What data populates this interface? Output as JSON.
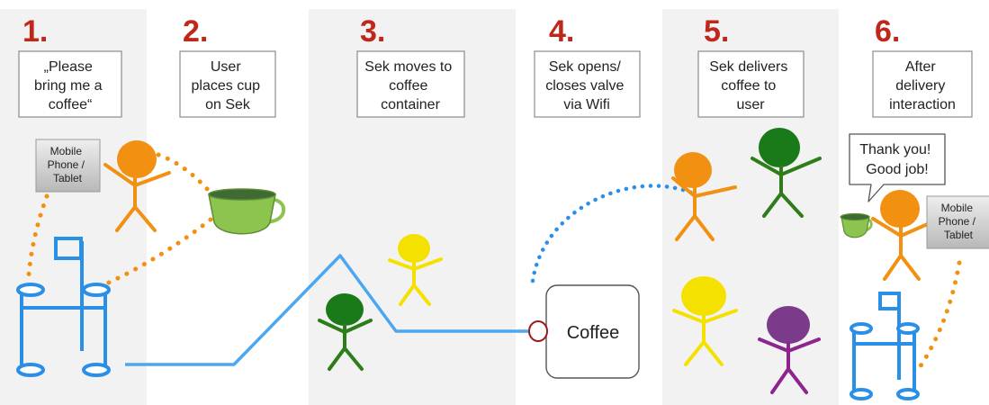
{
  "steps": [
    {
      "number": "1.",
      "text": [
        "„Please",
        "bring me a",
        "coffee“"
      ]
    },
    {
      "number": "2.",
      "text": [
        "User",
        "places cup",
        "on Sek"
      ]
    },
    {
      "number": "3.",
      "text": [
        "Sek moves to",
        "coffee",
        "container"
      ]
    },
    {
      "number": "4.",
      "text": [
        "Sek opens/",
        "closes valve",
        "via Wifi"
      ]
    },
    {
      "number": "5.",
      "text": [
        "Sek delivers",
        "coffee to",
        "user"
      ]
    },
    {
      "number": "6.",
      "text": [
        "After",
        "delivery",
        "interaction"
      ]
    }
  ],
  "device_label_left": [
    "Mobile",
    "Phone /",
    "Tablet"
  ],
  "device_label_right": [
    "Mobile",
    "Phone /",
    "Tablet"
  ],
  "coffee_label": "Coffee",
  "speech_bubble": [
    "Thank you!",
    "Good job!"
  ],
  "colors": {
    "step_number": "#c0271b",
    "robot_blue": "#2a8fe6",
    "path_blue": "#4da6f0",
    "wifi_dots": "#2a8fe6",
    "orange_dots": "#f29111",
    "orange_person": "#f29111",
    "yellow_person": "#f5e100",
    "green_person": "#2e7d1a",
    "green_head": "#1a7a1a",
    "purple_person": "#8e248e",
    "cup_green": "#8cc44f",
    "panel_gray": "#f2f2f2",
    "valve_red": "#9b1b1b"
  }
}
